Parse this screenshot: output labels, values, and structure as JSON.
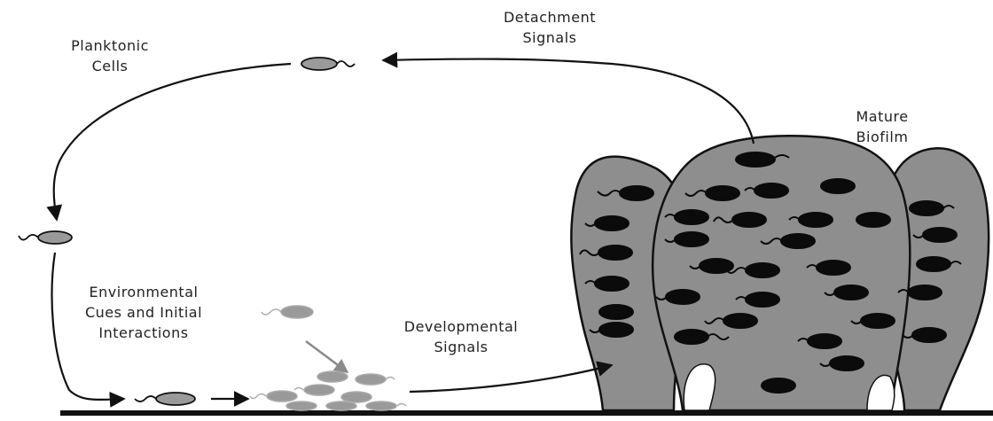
{
  "labels": {
    "planktonic": [
      "Planktonic",
      "Cells"
    ],
    "detachment": [
      "Detachment",
      "Signals"
    ],
    "mature": [
      "Mature",
      "Biofilm"
    ],
    "environmental": [
      "Environmental",
      "Cues and Initial",
      "Interactions"
    ],
    "developmental": [
      "Developmental",
      "Signals"
    ]
  },
  "colors": {
    "biofilm_fill": "#8e8e8e",
    "cell_embedded": "#0b0b0b",
    "cell_planktonic": "#9a9a9a",
    "outline": "#111111",
    "gray_arrow": "#8a8a8a"
  }
}
